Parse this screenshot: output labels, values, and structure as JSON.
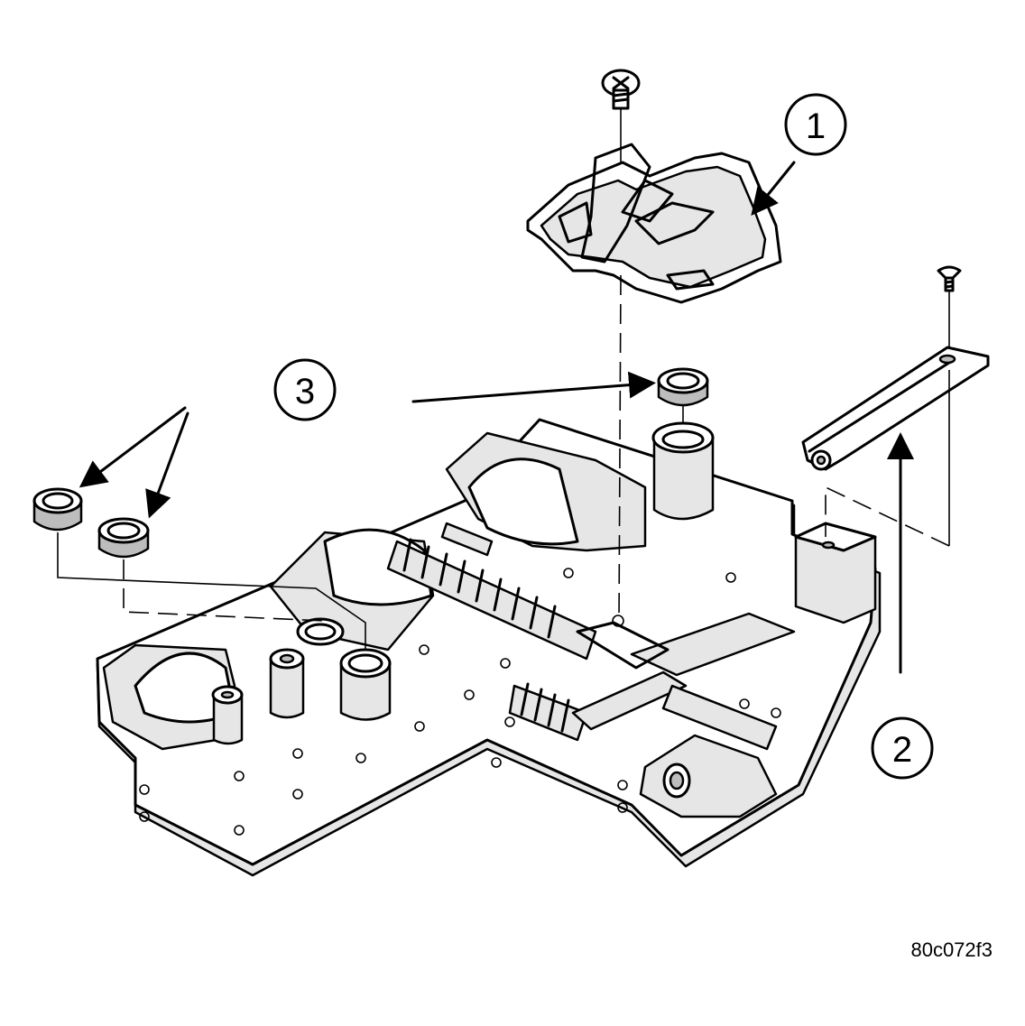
{
  "callouts": [
    {
      "id": "1",
      "label": "1"
    },
    {
      "id": "2",
      "label": "2"
    },
    {
      "id": "3",
      "label": "3"
    }
  ],
  "figure_ref": "80c072f3"
}
